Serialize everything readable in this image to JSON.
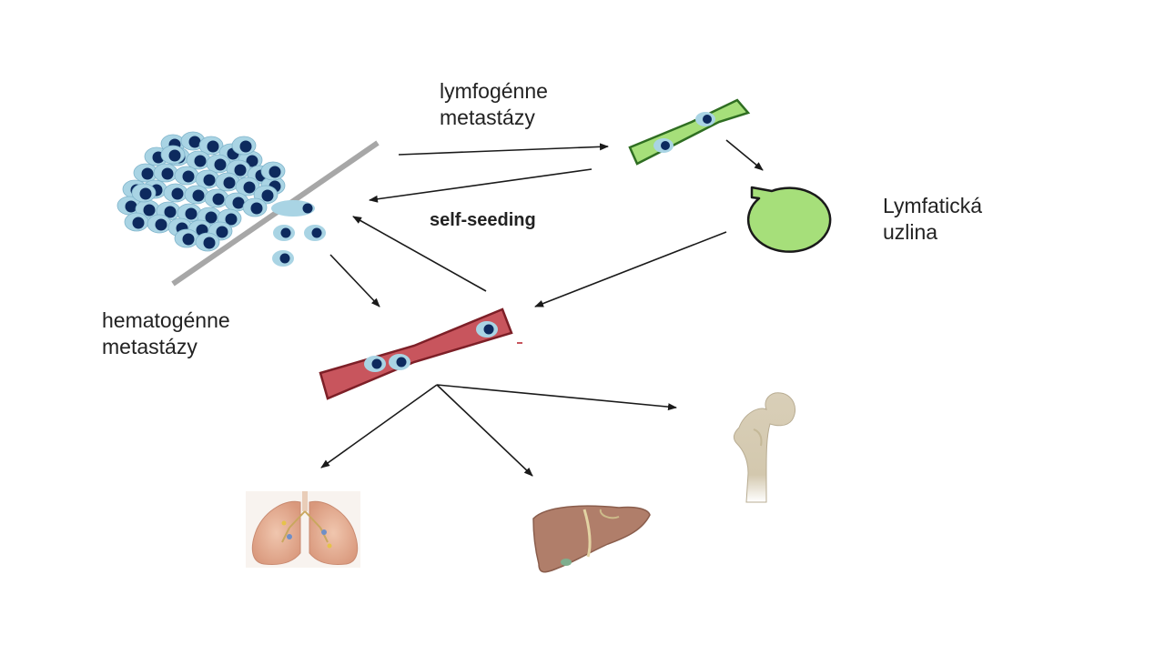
{
  "labels": {
    "lymphogenous": [
      "lymfogénne",
      "metastázy"
    ],
    "self_seeding": "self-seeding",
    "lymph_node": [
      "Lymfatická",
      "uzlina"
    ],
    "hematogenous": [
      "hematogénne",
      "metastázy"
    ]
  },
  "colors": {
    "tumor_cell_body": "#a9d4e4",
    "tumor_cell_nucleus": "#0d2a5e",
    "membrane": "#a7a7a7",
    "lymph_vessel": "#a6df7a",
    "lymph_node": "#a6df7a",
    "blood_vessel": "#c8555d",
    "arrow": "#1a1a1a",
    "bone": "#d6cbb3",
    "liver": "#b07e6a",
    "lungs": "#e7b59b"
  },
  "icons": {
    "tumor": "tumor-cell-cluster-icon",
    "lymph_vessel": "lymph-vessel-icon",
    "lymph_node": "lymph-node-icon",
    "blood_vessel": "blood-vessel-icon",
    "lungs": "lungs-icon",
    "liver": "liver-icon",
    "bone": "femur-bone-icon"
  }
}
